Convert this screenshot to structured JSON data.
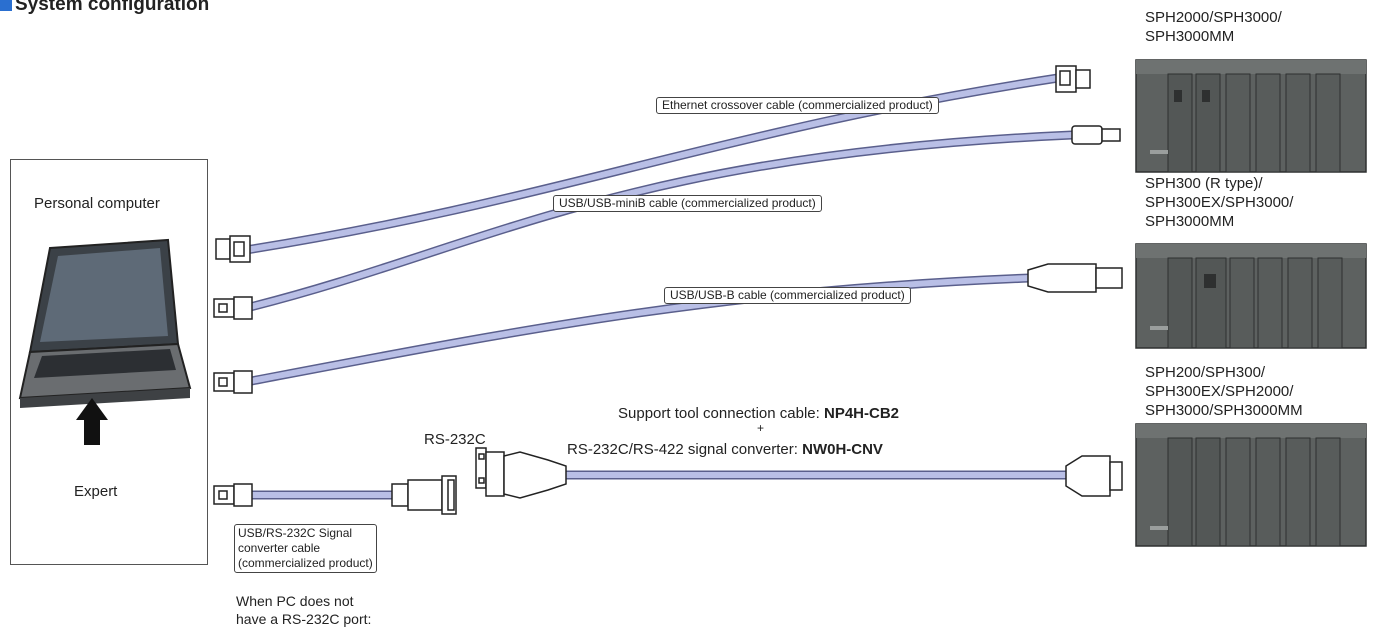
{
  "heading": {
    "title": "System configuration"
  },
  "pc": {
    "label": "Personal computer",
    "software": "Expert"
  },
  "cables": {
    "ethernet": "Ethernet crossover cable (commercialized product)",
    "usb_minib": "USB/USB-miniB cable (commercialized product)",
    "usb_b": "USB/USB-B cable (commercialized product)",
    "usb_rs232c": [
      "USB/RS-232C Signal",
      "converter cable",
      "(commercialized product)"
    ]
  },
  "rs232c": {
    "port_label": "RS-232C",
    "note": [
      "When PC does not",
      "have a RS-232C port:"
    ]
  },
  "support_cable": {
    "line1_prefix": "Support tool connection cable: ",
    "line1_code": "NP4H-CB2",
    "plus": "+",
    "line2_prefix": "RS-232C/RS-422 signal converter: ",
    "line2_code": "NW0H-CNV"
  },
  "plcs": [
    {
      "lines": [
        "SPH2000/SPH3000/",
        "SPH3000MM"
      ]
    },
    {
      "lines": [
        "SPH300 (R type)/",
        "SPH300EX/SPH3000/",
        "SPH3000MM"
      ]
    },
    {
      "lines": [
        "SPH200/SPH300/",
        "SPH300EX/SPH2000/",
        "SPH3000/SPH3000MM"
      ]
    }
  ],
  "colors": {
    "cable": "#b9bfe6",
    "cable_edge": "#5a5f8c",
    "plc": "#5d6160",
    "accent": "#2a6fd0"
  }
}
